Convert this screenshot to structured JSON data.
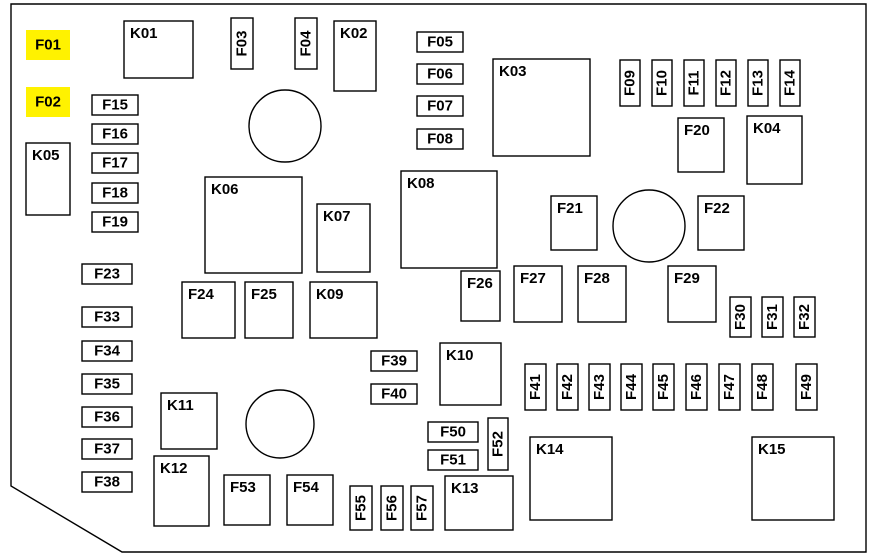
{
  "components": [
    {
      "id": "F01",
      "label": "F01",
      "highlight": true
    },
    {
      "id": "F02",
      "label": "F02",
      "highlight": true
    },
    {
      "id": "K01",
      "label": "K01"
    },
    {
      "id": "F03",
      "label": "F03"
    },
    {
      "id": "F04",
      "label": "F04"
    },
    {
      "id": "K02",
      "label": "K02"
    },
    {
      "id": "F05",
      "label": "F05"
    },
    {
      "id": "F06",
      "label": "F06"
    },
    {
      "id": "F07",
      "label": "F07"
    },
    {
      "id": "F08",
      "label": "F08"
    },
    {
      "id": "K03",
      "label": "K03"
    },
    {
      "id": "F09",
      "label": "F09"
    },
    {
      "id": "F10",
      "label": "F10"
    },
    {
      "id": "F11",
      "label": "F11"
    },
    {
      "id": "F12",
      "label": "F12"
    },
    {
      "id": "F13",
      "label": "F13"
    },
    {
      "id": "F14",
      "label": "F14"
    },
    {
      "id": "F15",
      "label": "F15"
    },
    {
      "id": "F16",
      "label": "F16"
    },
    {
      "id": "F17",
      "label": "F17"
    },
    {
      "id": "F18",
      "label": "F18"
    },
    {
      "id": "F19",
      "label": "F19"
    },
    {
      "id": "K05",
      "label": "K05"
    },
    {
      "id": "F20",
      "label": "F20"
    },
    {
      "id": "K04",
      "label": "K04"
    },
    {
      "id": "K06",
      "label": "K06"
    },
    {
      "id": "K07",
      "label": "K07"
    },
    {
      "id": "K08",
      "label": "K08"
    },
    {
      "id": "F21",
      "label": "F21"
    },
    {
      "id": "F22",
      "label": "F22"
    },
    {
      "id": "F23",
      "label": "F23"
    },
    {
      "id": "F24",
      "label": "F24"
    },
    {
      "id": "F25",
      "label": "F25"
    },
    {
      "id": "K09",
      "label": "K09"
    },
    {
      "id": "F26",
      "label": "F26"
    },
    {
      "id": "F27",
      "label": "F27"
    },
    {
      "id": "F28",
      "label": "F28"
    },
    {
      "id": "F29",
      "label": "F29"
    },
    {
      "id": "F30",
      "label": "F30"
    },
    {
      "id": "F31",
      "label": "F31"
    },
    {
      "id": "F32",
      "label": "F32"
    },
    {
      "id": "F33",
      "label": "F33"
    },
    {
      "id": "F34",
      "label": "F34"
    },
    {
      "id": "F35",
      "label": "F35"
    },
    {
      "id": "F36",
      "label": "F36"
    },
    {
      "id": "F37",
      "label": "F37"
    },
    {
      "id": "F38",
      "label": "F38"
    },
    {
      "id": "F39",
      "label": "F39"
    },
    {
      "id": "F40",
      "label": "F40"
    },
    {
      "id": "K10",
      "label": "K10"
    },
    {
      "id": "F41",
      "label": "F41"
    },
    {
      "id": "F42",
      "label": "F42"
    },
    {
      "id": "F43",
      "label": "F43"
    },
    {
      "id": "F44",
      "label": "F44"
    },
    {
      "id": "F45",
      "label": "F45"
    },
    {
      "id": "F46",
      "label": "F46"
    },
    {
      "id": "F47",
      "label": "F47"
    },
    {
      "id": "F48",
      "label": "F48"
    },
    {
      "id": "F49",
      "label": "F49"
    },
    {
      "id": "K11",
      "label": "K11"
    },
    {
      "id": "K12",
      "label": "K12"
    },
    {
      "id": "F50",
      "label": "F50"
    },
    {
      "id": "F51",
      "label": "F51"
    },
    {
      "id": "F52",
      "label": "F52"
    },
    {
      "id": "F53",
      "label": "F53"
    },
    {
      "id": "F54",
      "label": "F54"
    },
    {
      "id": "F55",
      "label": "F55"
    },
    {
      "id": "F56",
      "label": "F56"
    },
    {
      "id": "F57",
      "label": "F57"
    },
    {
      "id": "K13",
      "label": "K13"
    },
    {
      "id": "K14",
      "label": "K14"
    },
    {
      "id": "K15",
      "label": "K15"
    }
  ],
  "highlight_color": "#fff200"
}
